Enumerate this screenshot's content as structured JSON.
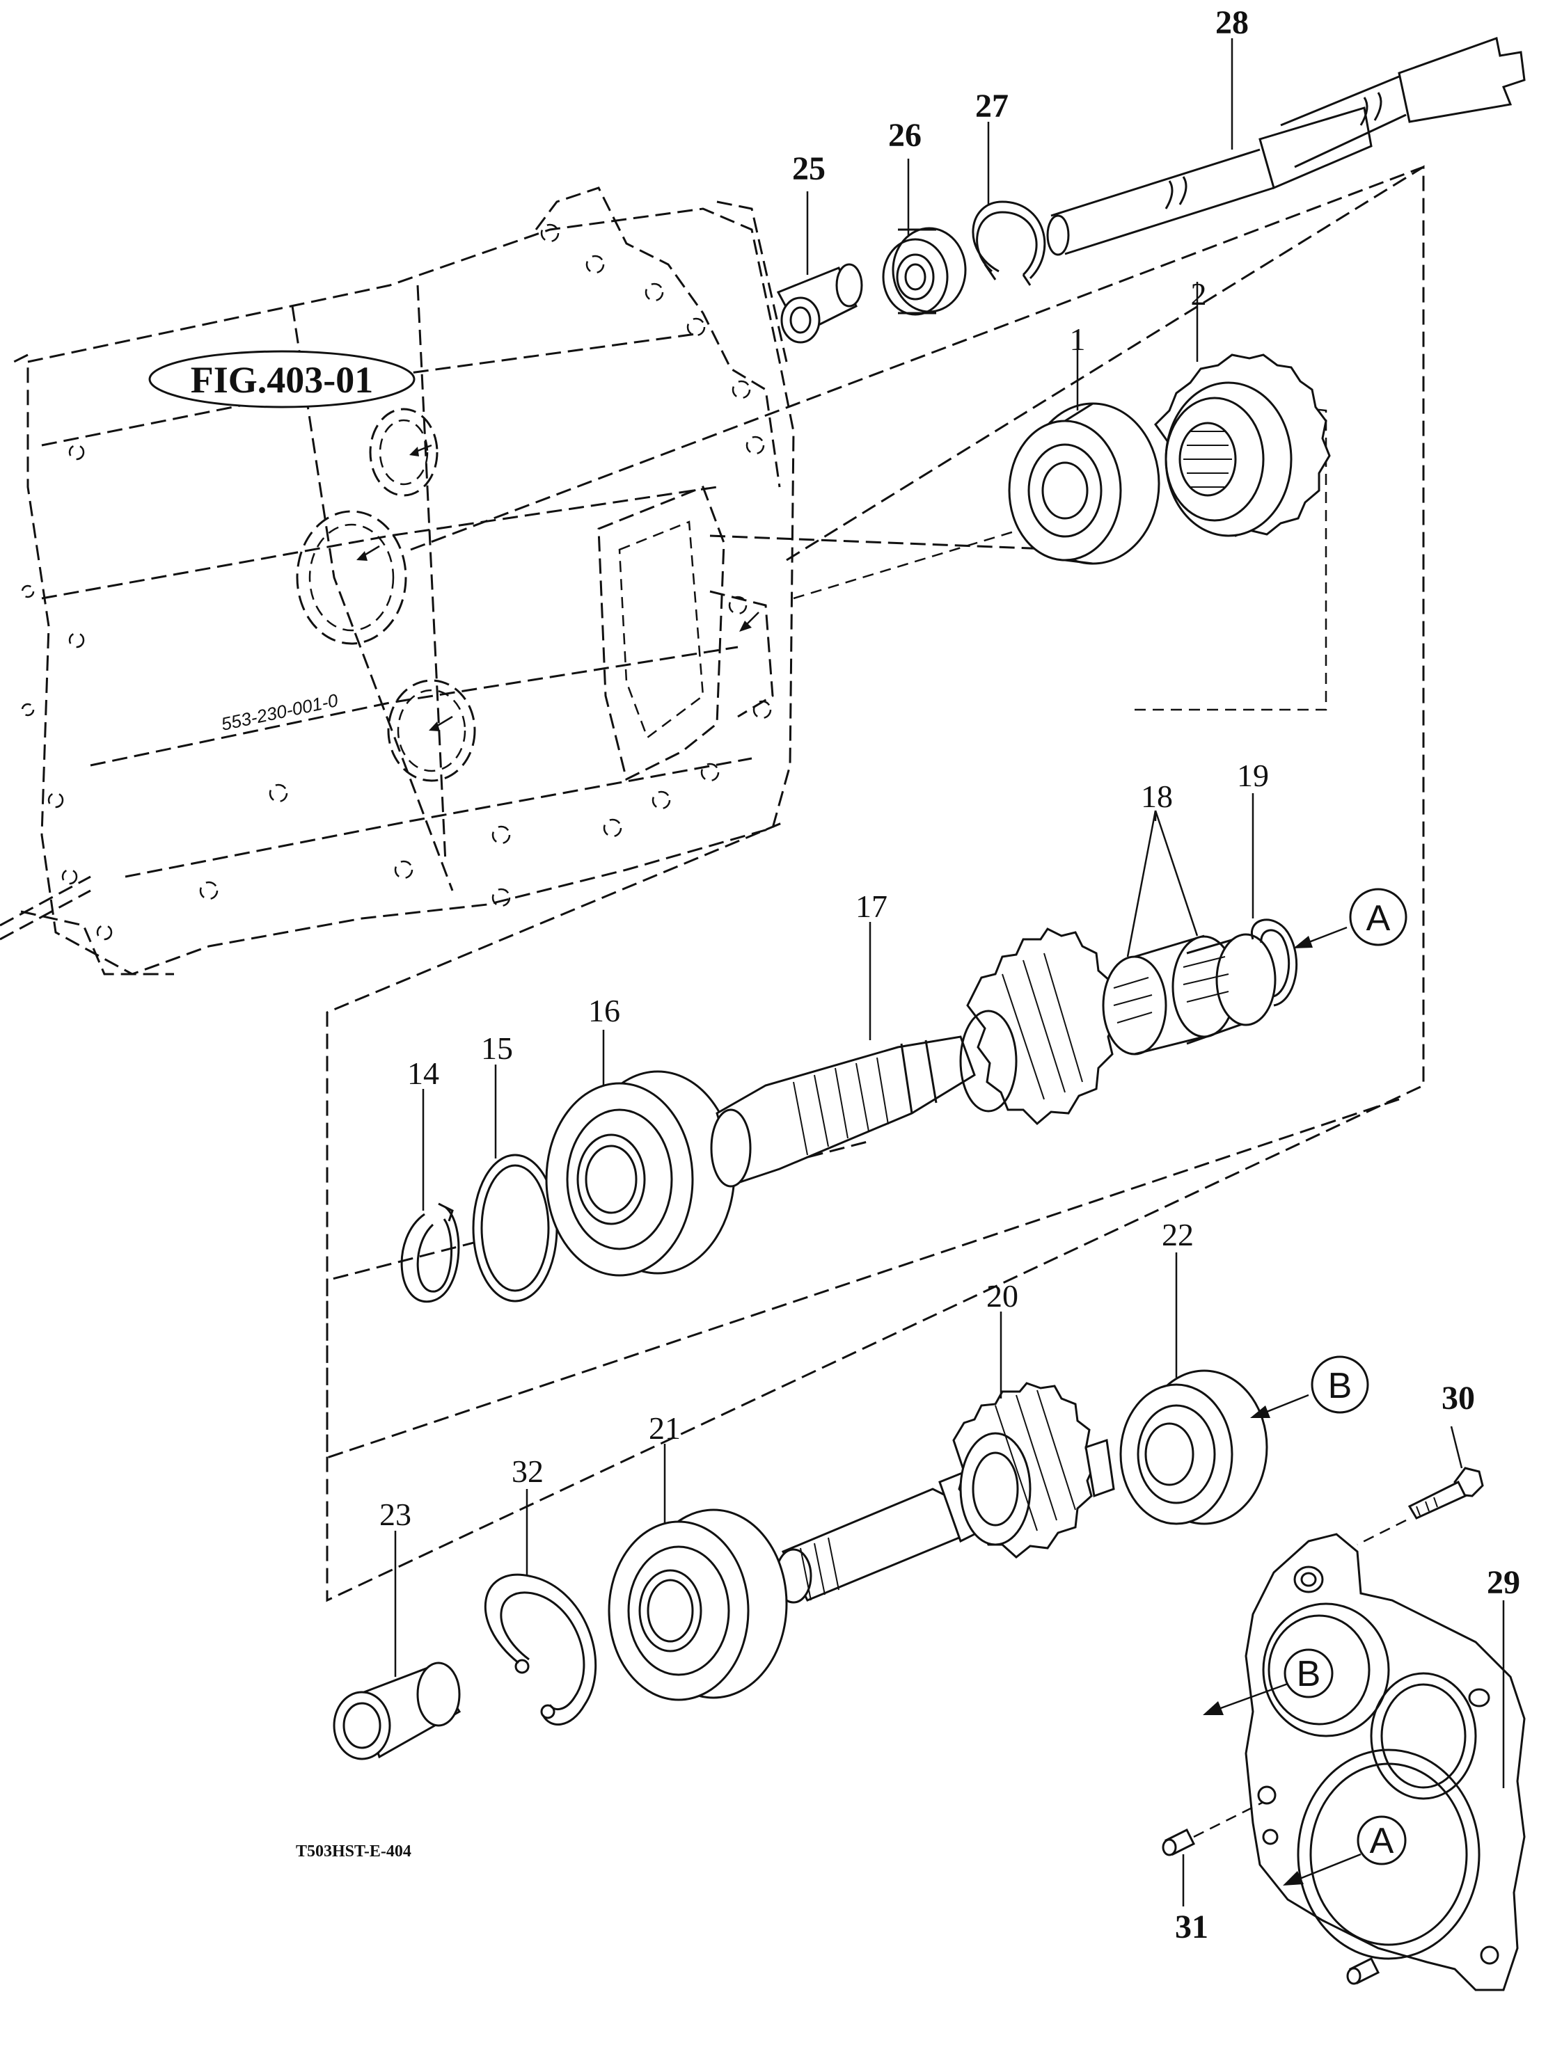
{
  "figure_reference": "FIG.403-01",
  "drawing_code": "T503HST-E-404",
  "casting_number": "553-230-001-0",
  "part_labels": {
    "p1": "1",
    "p2": "2",
    "p14": "14",
    "p15": "15",
    "p16": "16",
    "p17": "17",
    "p18": "18",
    "p19": "19",
    "p20": "20",
    "p21": "21",
    "p22": "22",
    "p23": "23",
    "p25": "25",
    "p26": "26",
    "p27": "27",
    "p28": "28",
    "p29": "29",
    "p30": "30",
    "p31": "31",
    "p32": "32"
  },
  "reference_marks": {
    "a": "A",
    "b": "B"
  },
  "icons": {
    "arrow": "arrow-icon"
  }
}
